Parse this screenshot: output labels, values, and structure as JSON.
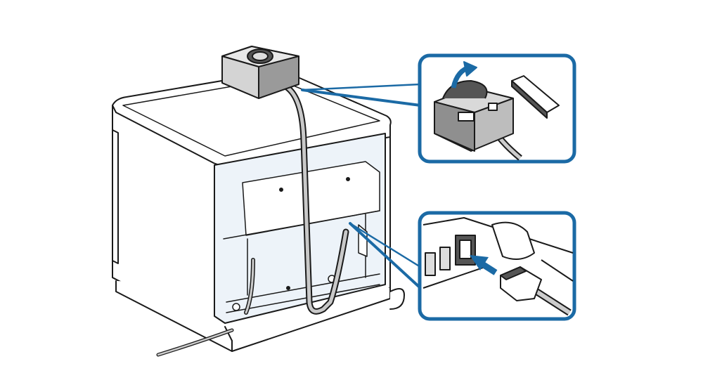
{
  "illustration": {
    "subject": "printer-rear-connection",
    "callouts": [
      {
        "id": "sensor-unit-detail",
        "icon": "usb-sensor-cover-icon"
      },
      {
        "id": "lan-port-detail",
        "icon": "ethernet-plug-icon"
      }
    ]
  },
  "colors": {
    "callout_border": "#1b6aa5",
    "panel_fill": "#edf3f9",
    "outline": "#1a1a1a",
    "device_gray": "#cfcfcf",
    "device_dark": "#6e6e6e"
  }
}
